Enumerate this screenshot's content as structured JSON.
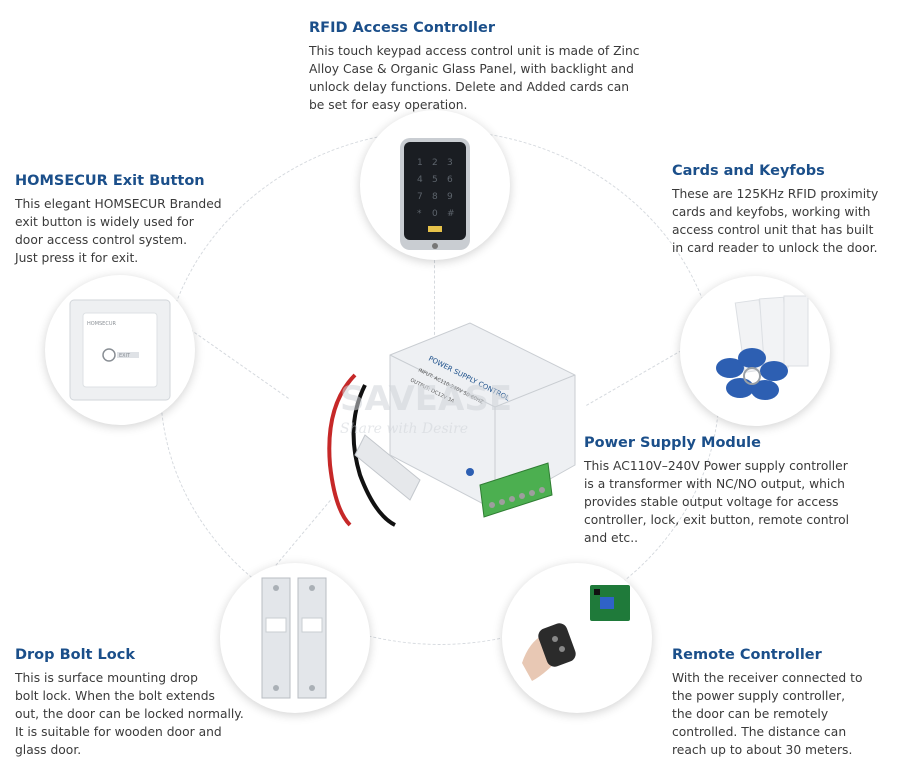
{
  "sections": {
    "rfid": {
      "title": "RFID Access Controller",
      "desc": "This touch keypad access control unit is made of Zinc\nAlloy Case & Organic Glass Panel, with backlight and\nunlock delay functions. Delete and Added cards can\nbe set for easy operation."
    },
    "exit": {
      "title": "HOMSECUR Exit Button",
      "desc": "This elegant HOMSECUR Branded\nexit button is widely used for\ndoor access control system.\nJust press it for exit."
    },
    "cards": {
      "title": "Cards and Keyfobs",
      "desc": "These are 125KHz RFID proximity\ncards and keyfobs, working with\naccess control unit that has built\nin card reader to unlock the door."
    },
    "power": {
      "title": "Power Supply Module",
      "desc": "This AC110V–240V Power supply controller\nis a transformer with NC/NO output, which\nprovides stable output voltage for access\ncontroller, lock, exit button, remote control\nand etc.."
    },
    "bolt": {
      "title": "Drop Bolt Lock",
      "desc": "This is surface mounting drop\nbolt lock. When the bolt extends\nout, the door can be locked normally.\nIt is suitable for wooden door and\nglass door."
    },
    "remote": {
      "title": "Remote Controller",
      "desc": "With the receiver connected to\nthe power supply controller,\nthe door can be remotely\ncontrolled. The distance can\nreach up to about 30 meters."
    }
  },
  "product_labels": {
    "box_title": "POWER SUPPLY CONTROL",
    "box_input": "INPUT: AC110-240V 50-60HZ",
    "box_output": "OUTPUT: DC12V 3A",
    "watermark": "SAVEASE",
    "watermark_sub": "Share with Desire",
    "exit_brand": "HOMSECUR",
    "exit_label": "EXIT"
  },
  "colors": {
    "title": "#1b4f8a",
    "text": "#3a3a3a",
    "ring": "#d5d9de",
    "keyfob": "#2d5fb2",
    "terminal": "#4caf50"
  }
}
